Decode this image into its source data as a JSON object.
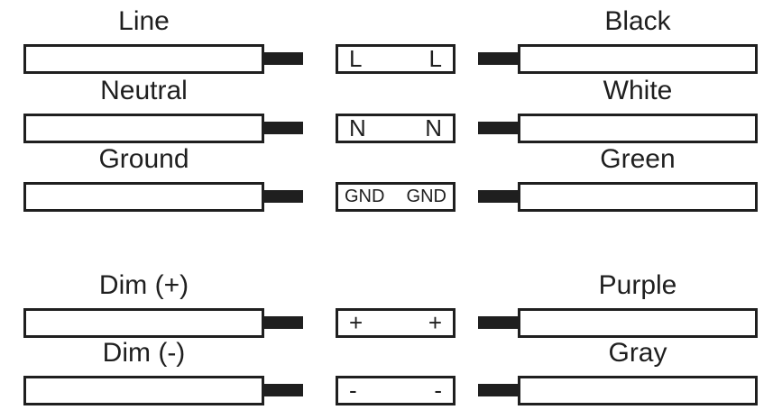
{
  "diagram": {
    "description_labels": {
      "left_column_role": "driver-output-leads",
      "right_column_role": "fixture-wire-colors"
    },
    "colors": {
      "ink": "#1f1f1f",
      "background": "#ffffff"
    },
    "rows": [
      {
        "left_label": "Line",
        "pin_left": "L",
        "pin_right": "L",
        "right_label": "Black"
      },
      {
        "left_label": "Neutral",
        "pin_left": "N",
        "pin_right": "N",
        "right_label": "White"
      },
      {
        "left_label": "Ground",
        "pin_left": "GND",
        "pin_right": "GND",
        "right_label": "Green"
      },
      {
        "left_label": "Dim (+)",
        "pin_left": "+",
        "pin_right": "+",
        "right_label": "Purple"
      },
      {
        "left_label": "Dim (-)",
        "pin_left": "-",
        "pin_right": "-",
        "right_label": "Gray"
      }
    ]
  }
}
